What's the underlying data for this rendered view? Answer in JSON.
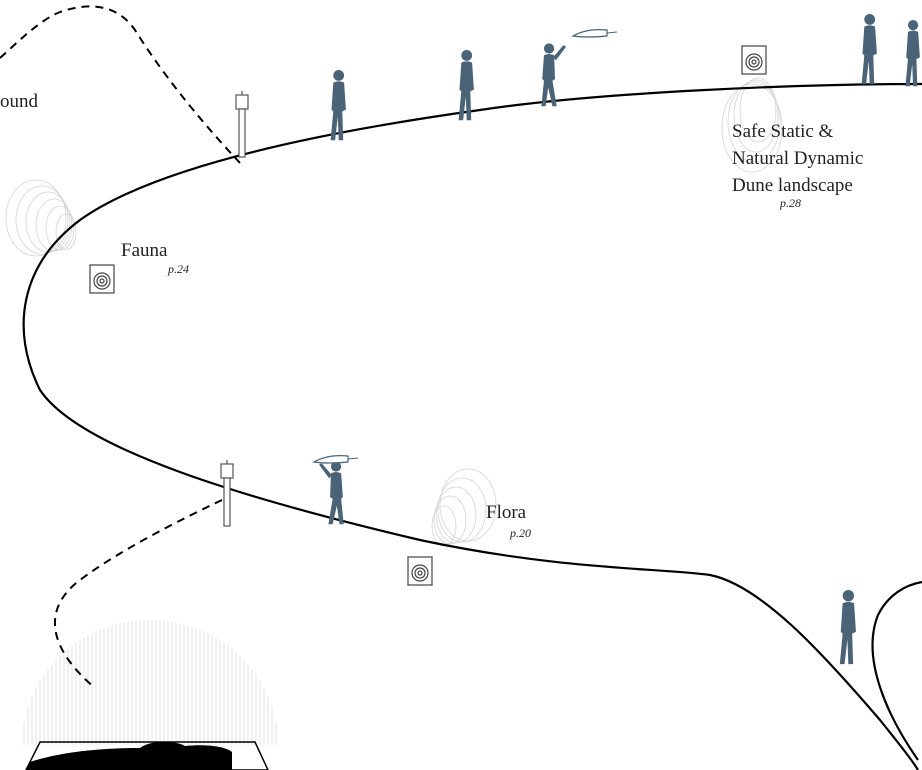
{
  "labels": {
    "sound_partial": "ound",
    "fauna": "Fauna",
    "fauna_page": "p.24",
    "flora": "Flora",
    "flora_page": "p.20",
    "dune_line1": "Safe Static &",
    "dune_line2": "Natural Dynamic",
    "dune_line3": "Dune landscape",
    "dune_page": "p.28"
  },
  "colors": {
    "figure": "#4a6377",
    "path": "#000000",
    "speaker_outline": "#444444",
    "sound_wave": "#cfcfcf",
    "lying_figure": "#000000"
  },
  "icons": [
    "speaker-icon",
    "signpost-icon",
    "walking-person-icon",
    "person-flying-kite-icon",
    "lying-person-icon"
  ]
}
